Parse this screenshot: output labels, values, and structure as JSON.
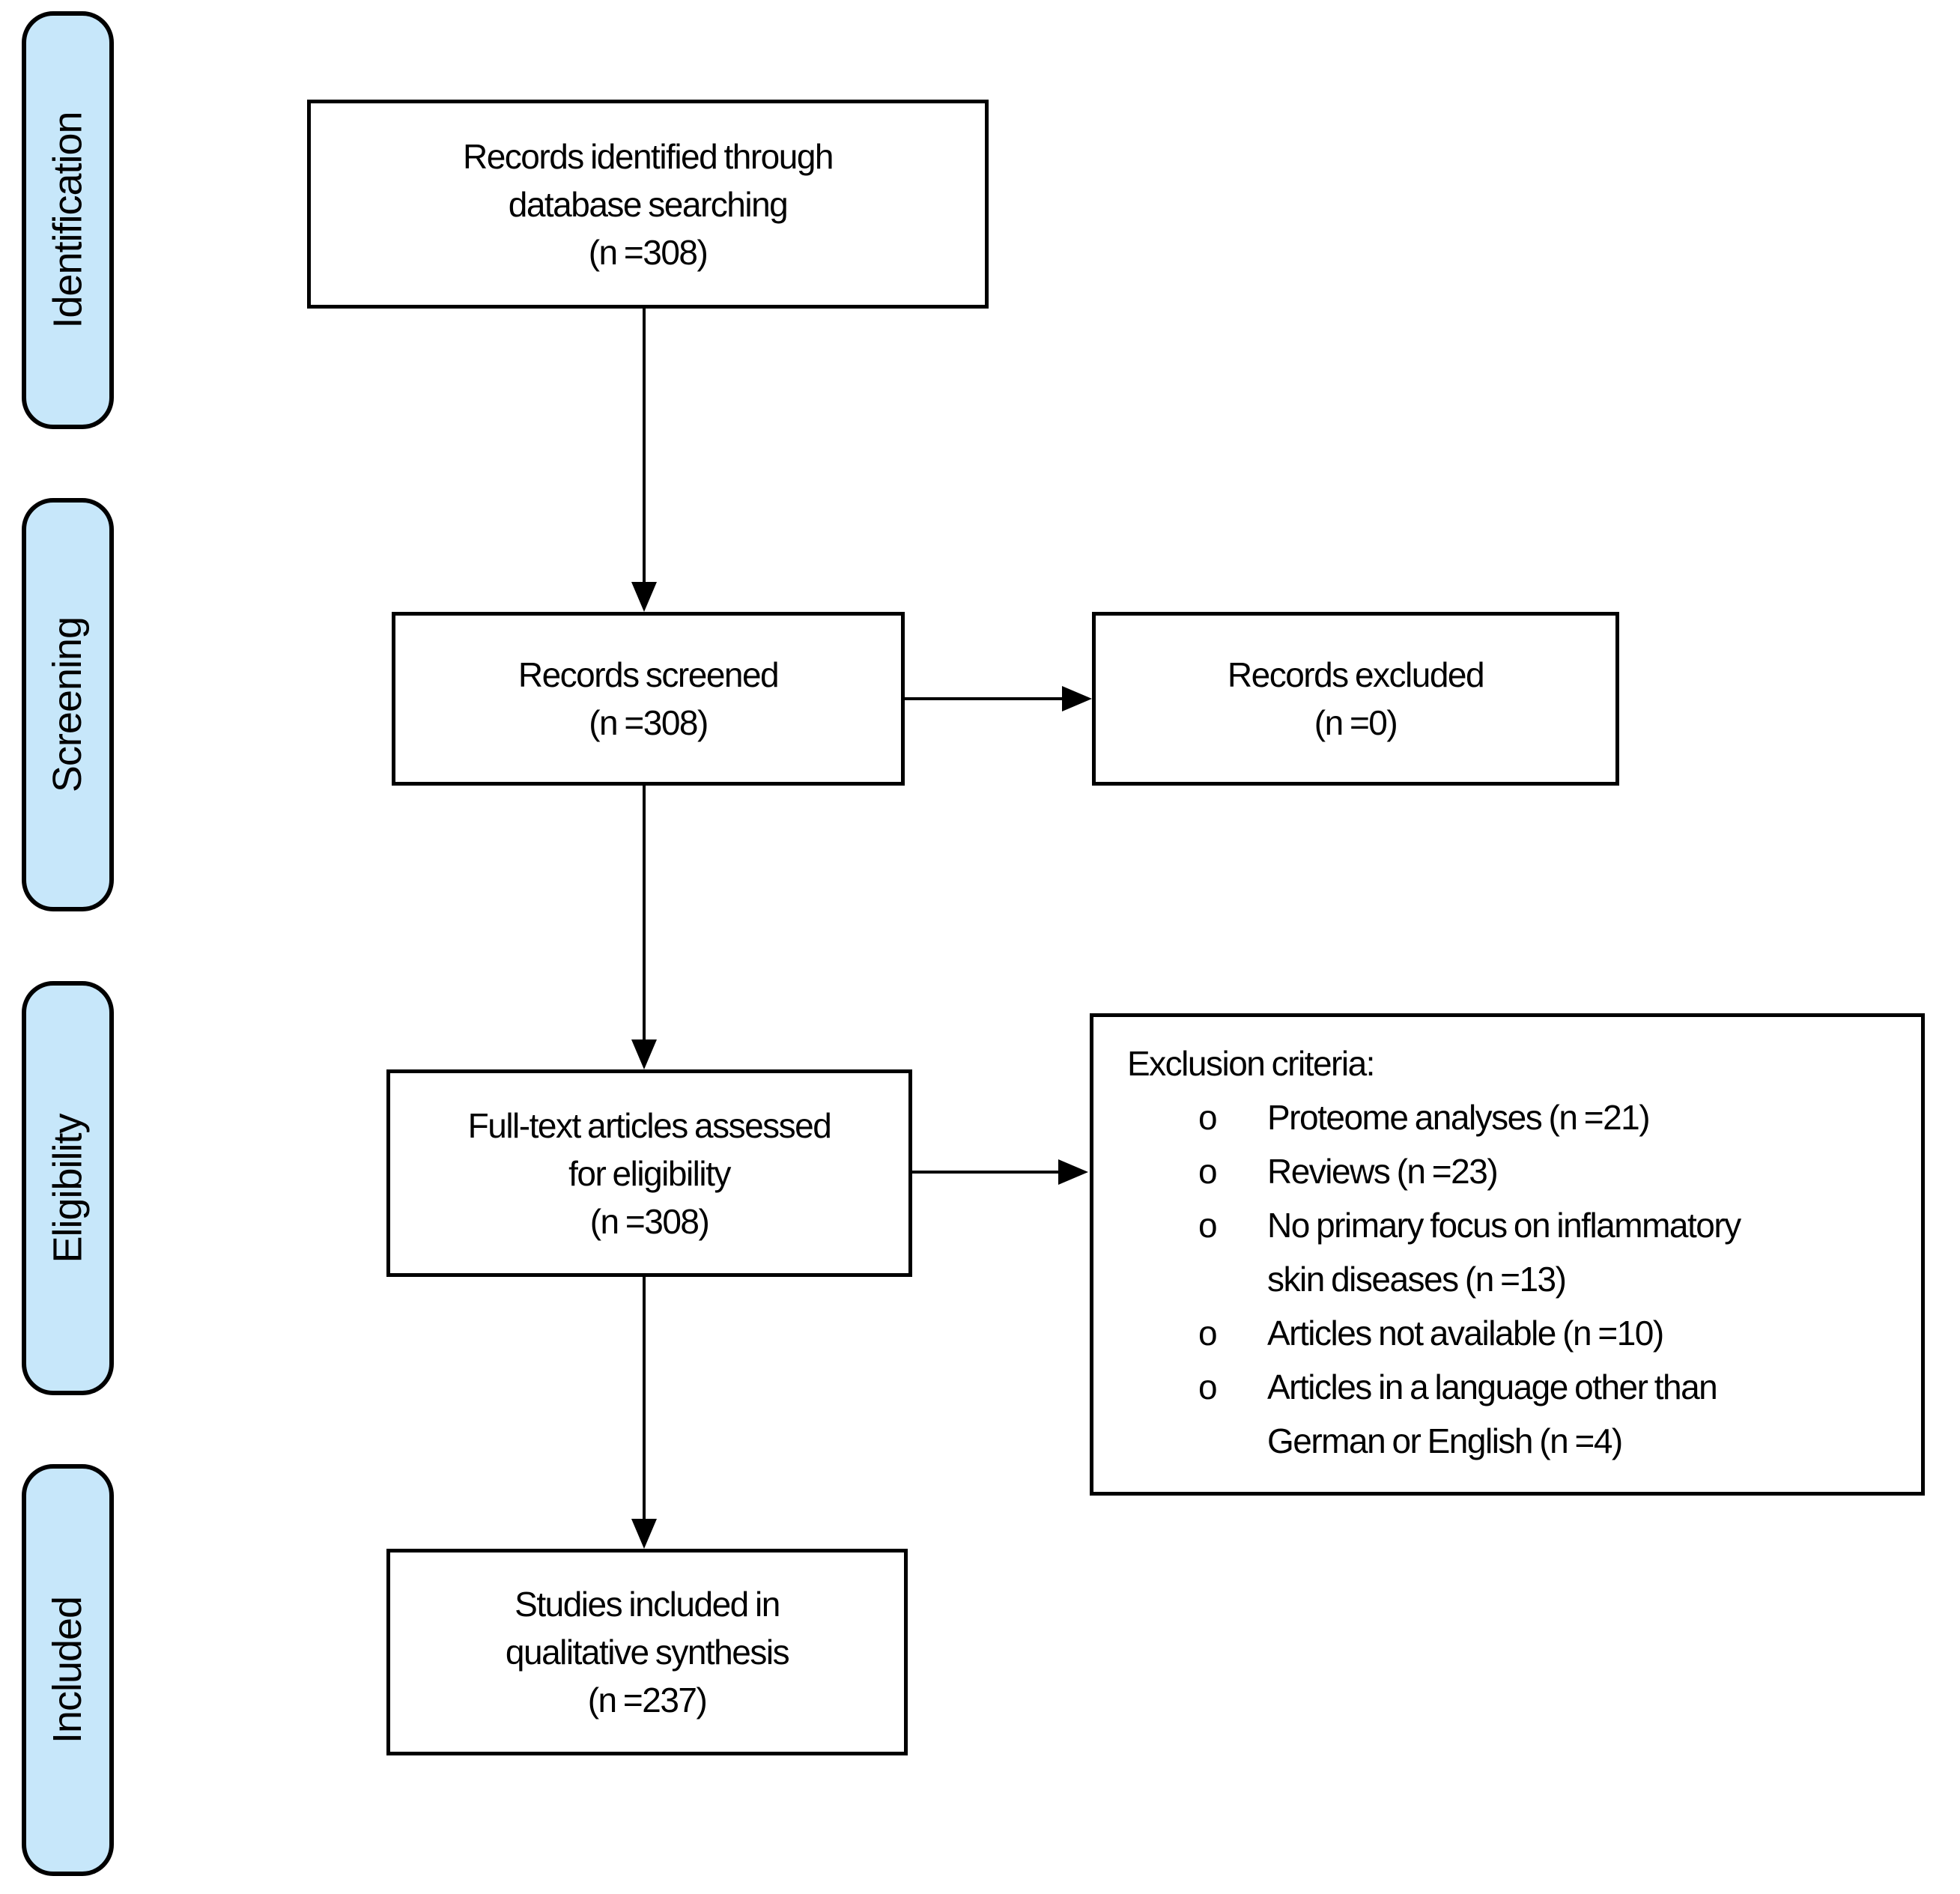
{
  "colors": {
    "label_fill": "#c7e7fa",
    "box_fill": "#ffffff",
    "ink": "#000000",
    "canvas_bg": "#ffffff"
  },
  "stages": [
    {
      "label": "Identification"
    },
    {
      "label": "Screening"
    },
    {
      "label": "Eligibility"
    },
    {
      "label": "Included"
    }
  ],
  "boxes": {
    "identified": {
      "lines": [
        "Records identified through",
        "database searching",
        "(n =308)"
      ]
    },
    "screened": {
      "lines": [
        "Records screened",
        "(n =308)"
      ]
    },
    "excluded": {
      "lines": [
        "Records excluded",
        "(n =0)"
      ]
    },
    "fulltext": {
      "lines": [
        "Full-text articles assessed",
        "for eligibility",
        "(n =308)"
      ]
    },
    "included": {
      "lines": [
        "Studies included in",
        "qualitative synthesis",
        "(n =237)"
      ]
    },
    "exclusion": {
      "title": "Exclusion criteria:",
      "bullet_marker": "o",
      "items": [
        {
          "lines": [
            "Proteome analyses (n =21)"
          ]
        },
        {
          "lines": [
            "Reviews (n =23)"
          ]
        },
        {
          "lines": [
            "No primary focus on inflammatory",
            "skin diseases (n =13)"
          ]
        },
        {
          "lines": [
            "Articles not available (n =10)"
          ]
        },
        {
          "lines": [
            "Articles in a language other than",
            "German or English (n =4)"
          ]
        }
      ]
    }
  }
}
